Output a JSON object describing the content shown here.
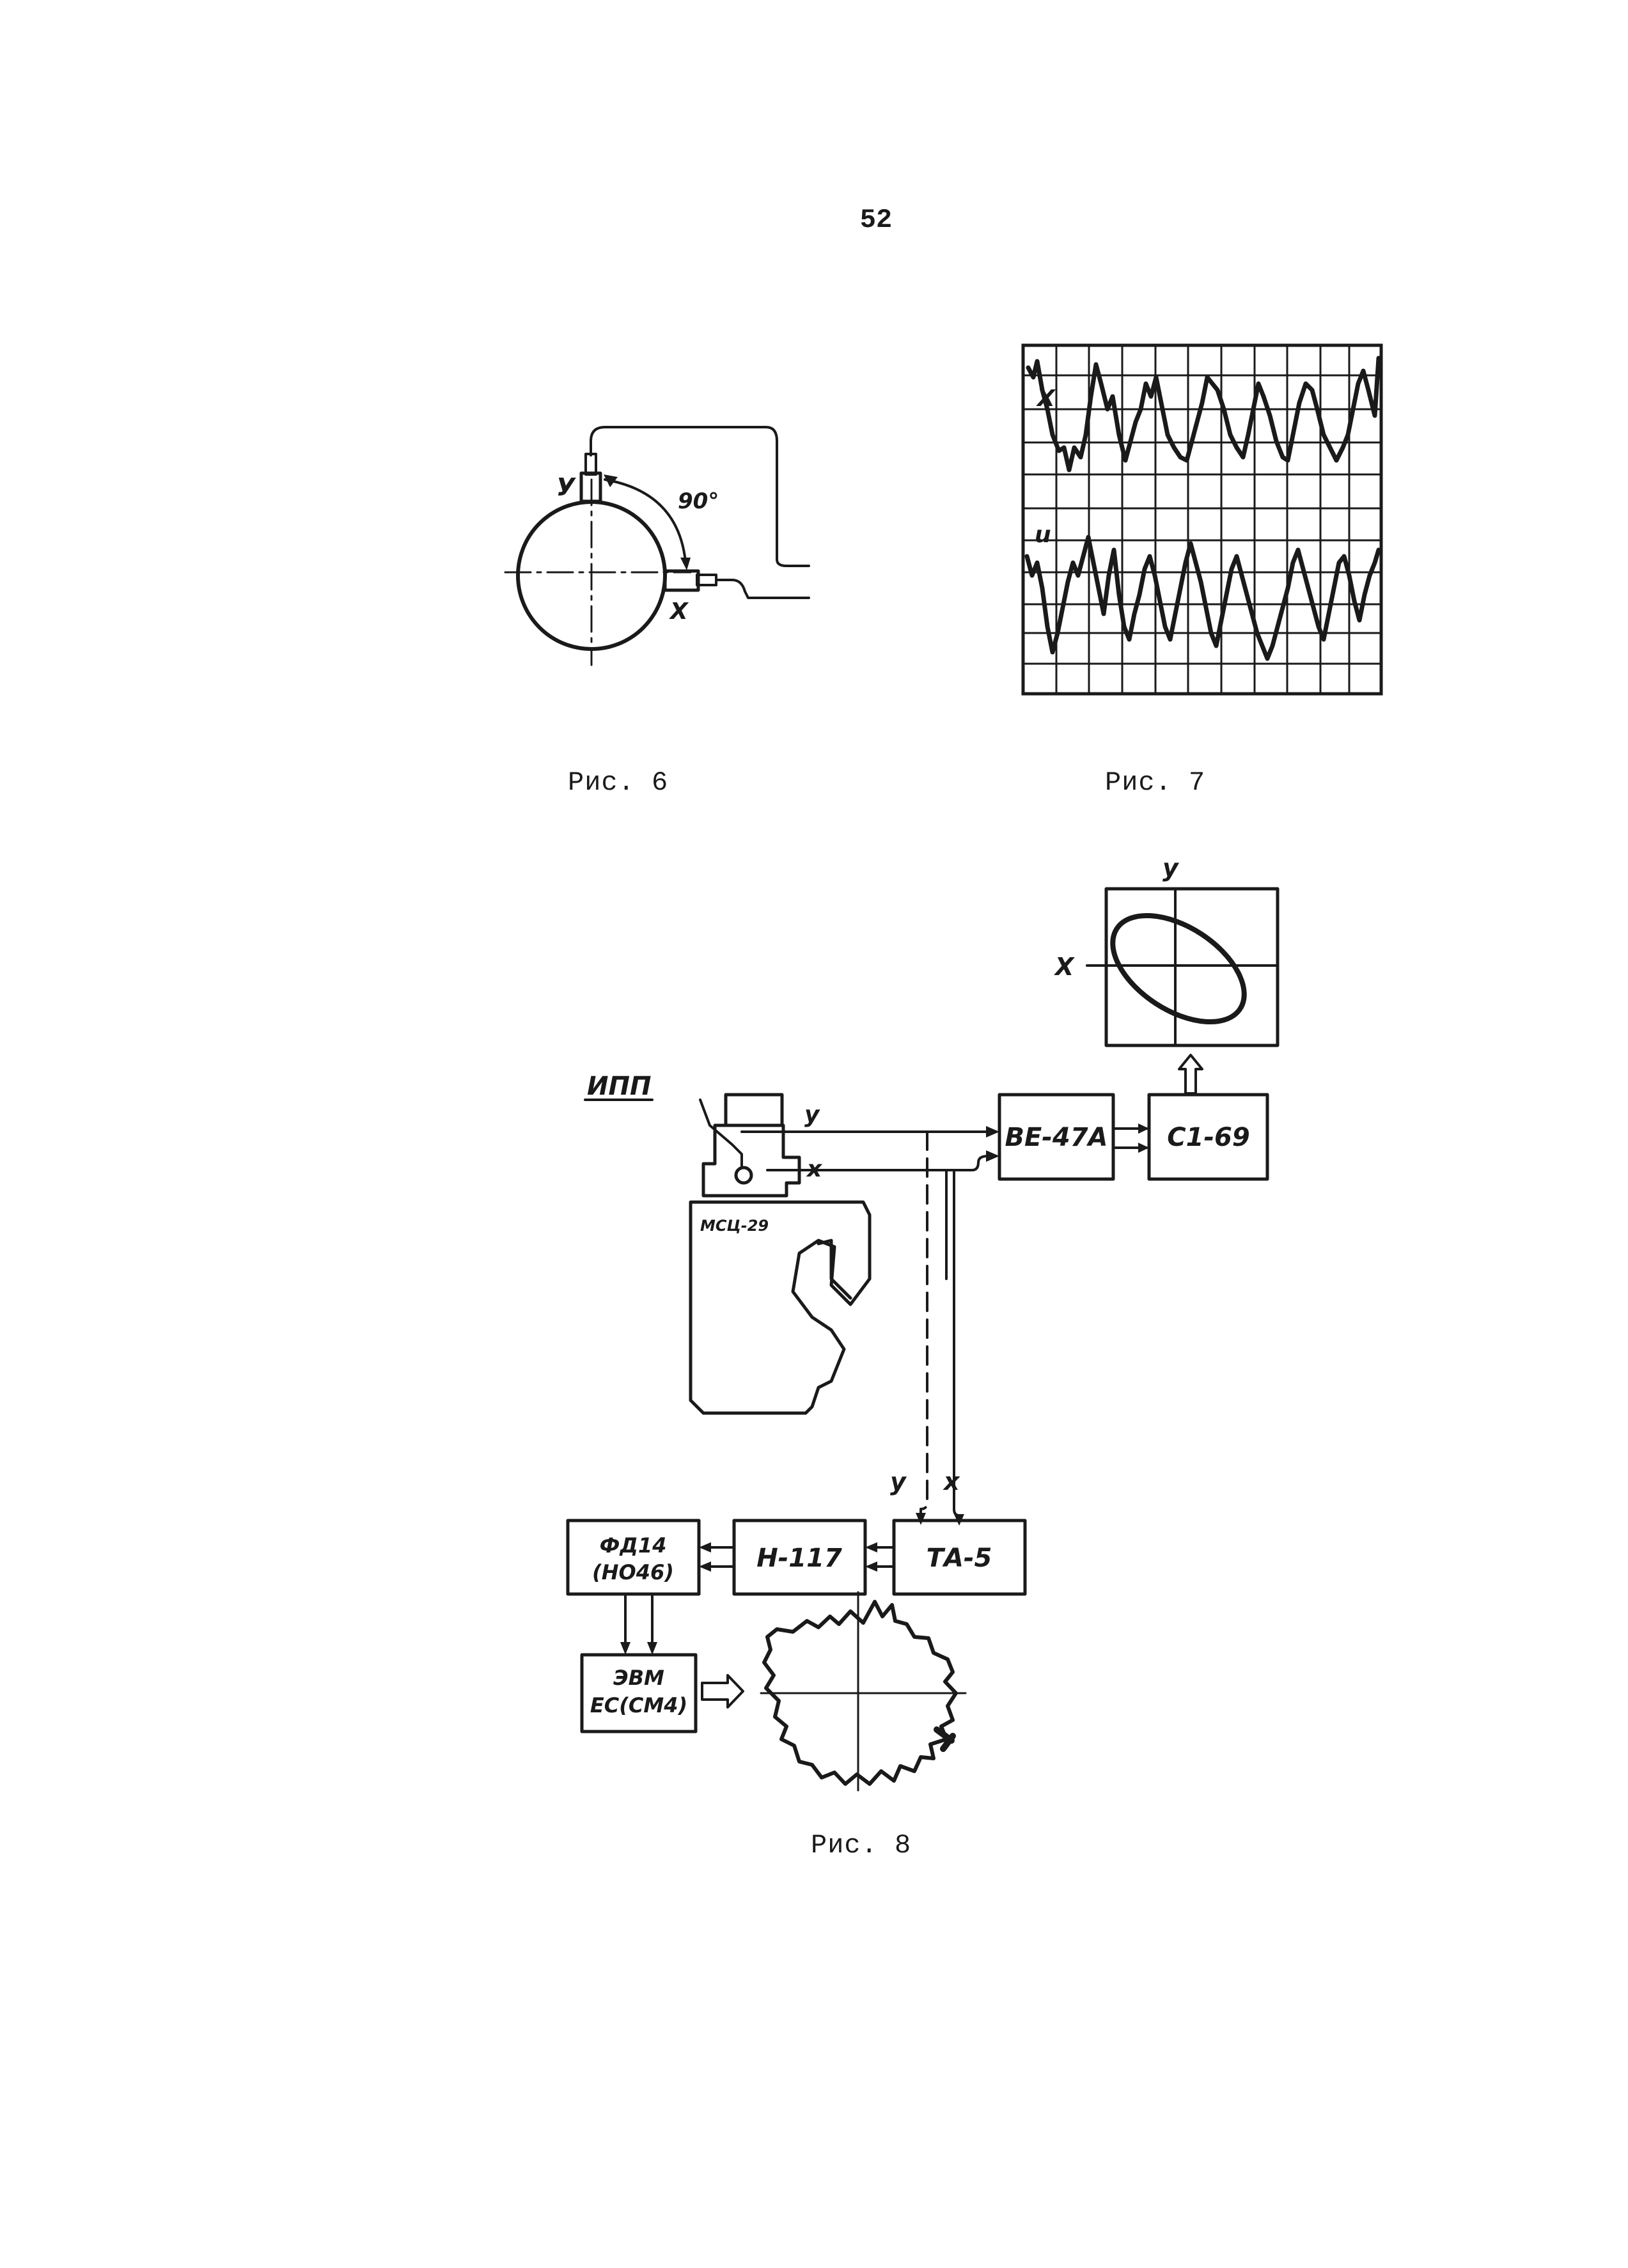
{
  "page_number": "52",
  "fig6": {
    "caption": "Рис. 6",
    "label_y": "У",
    "label_x": "Х",
    "angle": "90°"
  },
  "fig7": {
    "caption": "Рис. 7",
    "trace_x_label": "X",
    "trace_y_label": "u"
  },
  "fig8": {
    "caption": "Рис. 8",
    "sensor_label": "ИПП",
    "machine_label": "МСЦ-29",
    "signal_y": "у",
    "signal_x": "х",
    "block_be47a": "ВЕ-47А",
    "block_c169": "С1-69",
    "scope_axis_x": "Х",
    "scope_axis_y": "у",
    "input_y": "у",
    "input_x": "х",
    "block_ta5": "ТА-5",
    "block_h117": "Н-117",
    "block_fd14_line1": "ФД14",
    "block_fd14_line2": "(НО46)",
    "block_evm_line1": "ЭВМ",
    "block_evm_line2": "ЕС(СМ4)"
  }
}
